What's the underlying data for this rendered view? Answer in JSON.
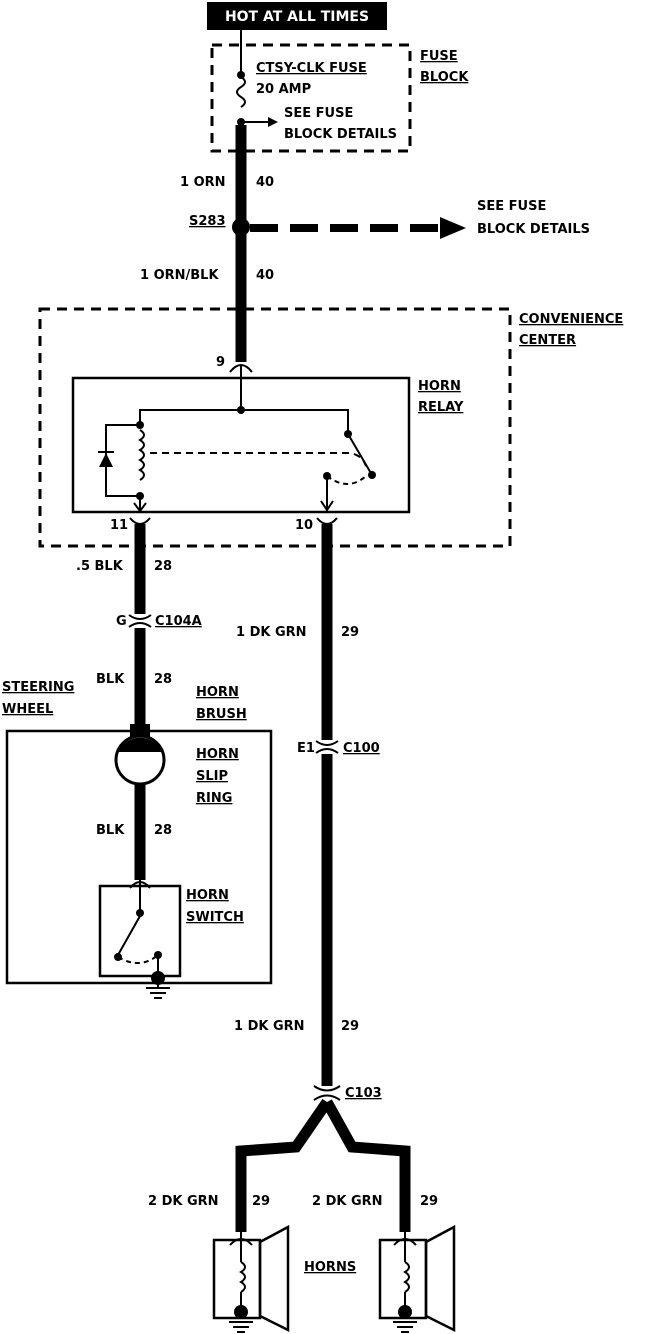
{
  "banner": "HOT AT ALL TIMES",
  "fuse_block": {
    "fuse_name": "CTSY-CLK FUSE",
    "fuse_rating": "20 AMP",
    "see_line1": "SEE FUSE",
    "see_line2": "BLOCK DETAILS",
    "title_line1": "FUSE",
    "title_line2": "BLOCK"
  },
  "wire_orn": {
    "size_color": "1 ORN",
    "circuit": "40"
  },
  "splice": {
    "name": "S283",
    "see_line1": "SEE FUSE",
    "see_line2": "BLOCK DETAILS"
  },
  "wire_orn_blk": {
    "size_color": "1 ORN/BLK",
    "circuit": "40"
  },
  "convenience_center": {
    "line1": "CONVENIENCE",
    "line2": "CENTER"
  },
  "relay": {
    "title_line1": "HORN",
    "title_line2": "RELAY",
    "pin_in": "9",
    "pin_coil": "11",
    "pin_out": "10"
  },
  "wire_blk_05": {
    "size_color": ".5 BLK",
    "circuit": "28"
  },
  "connector_c104a": {
    "pin": "G",
    "name": "C104A"
  },
  "wire_blk_upper": {
    "size_color": "BLK",
    "circuit": "28"
  },
  "steering_wheel": {
    "line1": "STEERING",
    "line2": "WHEEL"
  },
  "horn_brush": {
    "line1": "HORN",
    "line2": "BRUSH"
  },
  "horn_slip_ring": {
    "line1": "HORN",
    "line2": "SLIP",
    "line3": "RING"
  },
  "wire_blk_lower": {
    "size_color": "BLK",
    "circuit": "28"
  },
  "horn_switch": {
    "line1": "HORN",
    "line2": "SWITCH"
  },
  "wire_dkgrn_upper": {
    "size_color": "1 DK GRN",
    "circuit": "29"
  },
  "connector_c100": {
    "pin": "E1",
    "name": "C100"
  },
  "wire_dkgrn_lower": {
    "size_color": "1 DK GRN",
    "circuit": "29"
  },
  "connector_c103": {
    "name": "C103"
  },
  "wire_horn_left": {
    "size_color": "2 DK GRN",
    "circuit": "29"
  },
  "wire_horn_right": {
    "size_color": "2 DK GRN",
    "circuit": "29"
  },
  "horns_label": "HORNS"
}
